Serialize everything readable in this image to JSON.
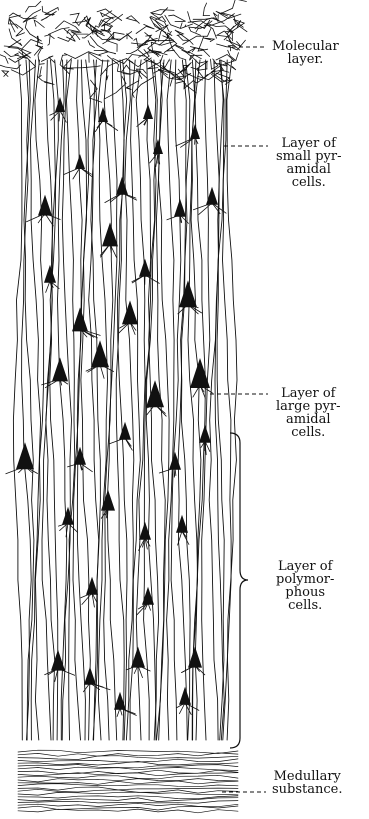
{
  "labels": {
    "molecular": "Molecular\nlayer.",
    "small_pyramidal": "Layer of\nsmall pyr-\namidal\ncells.",
    "large_pyramidal": "Layer of\nlarge pyr-\namidal\ncells.",
    "polymorphous": "Layer of\npolymor-\nphous\ncells.",
    "medullary": "Medullary\nsubstance."
  }
}
